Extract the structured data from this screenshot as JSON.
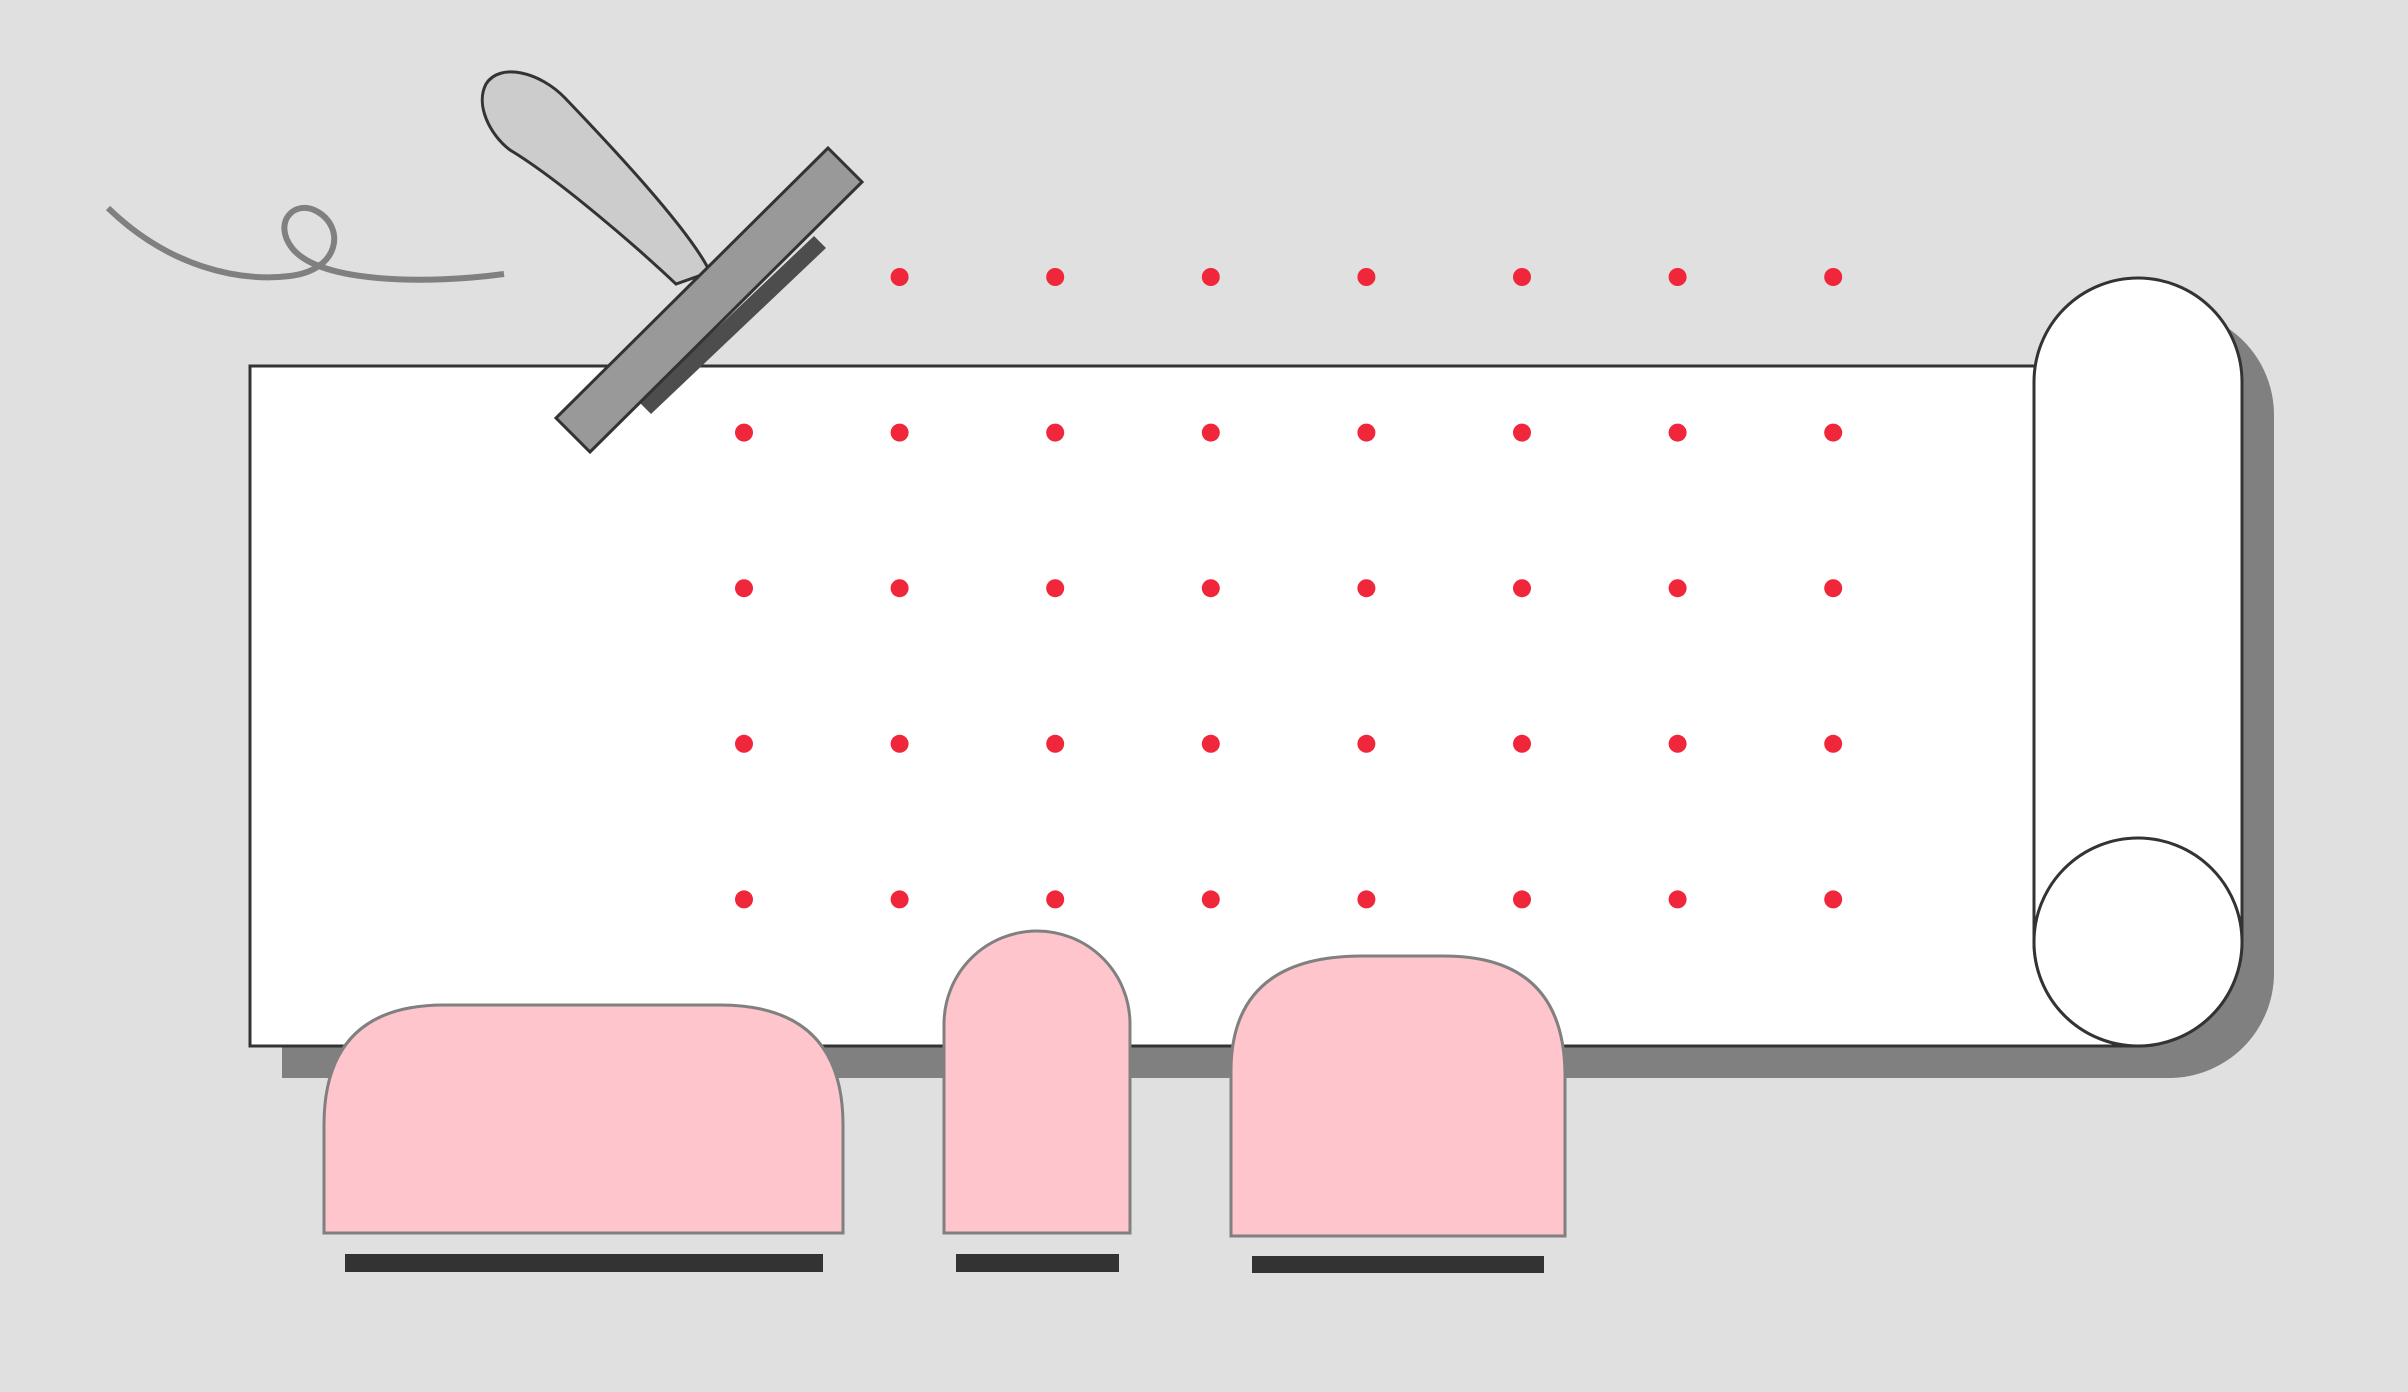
{
  "colors": {
    "background": "#e0e0e0",
    "sheet": "#ffffff",
    "sheet_outline": "#333333",
    "shadow": "#808080",
    "dot": "#f0263a",
    "pink_block": "#ffc5cc",
    "pink_outline": "#808080",
    "base_bar": "#333333",
    "wiper_blade": "#999999",
    "wiper_shadow": "#4d4d4d",
    "wiper_handle": "#cccccc",
    "thread": "#808080"
  },
  "icons": {
    "wiper": "squeegee-icon",
    "thread": "squiggle-line-icon",
    "scroll": "rolled-paper-icon"
  },
  "dot_grid": {
    "rows": 5,
    "columns": 8,
    "first_row_missing_columns": [
      0
    ]
  },
  "blocks": [
    {
      "name": "pink-block-wide",
      "shape": "rounded-top"
    },
    {
      "name": "pink-block-narrow",
      "shape": "arch-top"
    },
    {
      "name": "pink-block-medium",
      "shape": "rounded-top"
    }
  ]
}
